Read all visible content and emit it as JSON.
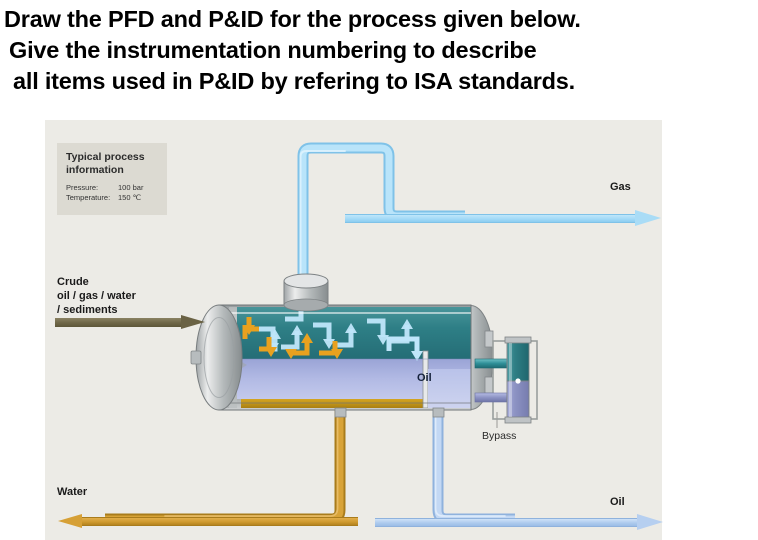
{
  "question": {
    "line1": "Draw the PFD and P&ID for the process given below.",
    "line2": "Give the instrumentation numbering to describe",
    "line3": " all items used in P&ID by refering to ISA standards."
  },
  "diagram": {
    "info_box": {
      "title_line1": "Typical process",
      "title_line2": "information",
      "rows": [
        {
          "key": "Pressure:",
          "value": "100 bar"
        },
        {
          "key": "Temperature:",
          "value": "150 ℃"
        }
      ]
    },
    "inlet": {
      "label_line1": "Crude",
      "label_line2": "oil / gas / water",
      "label_line3": "/ sediments",
      "arrow_color": "#6a6244",
      "direction": "right"
    },
    "outlets": {
      "gas": {
        "label": "Gas",
        "arrow_color": "#a9dcf6",
        "direction": "right"
      },
      "oil": {
        "label": "Oil",
        "arrow_color": "#b6cff0",
        "direction": "right"
      },
      "water": {
        "label": "Water",
        "arrow_color": "#d6a036",
        "direction": "left"
      }
    },
    "vessel": {
      "oil_compartment_label": "Oil",
      "gas_phase_color": "#2f7f85",
      "oil_phase_color": "#aab4df",
      "water_phase_color": "#c79a21",
      "shell_color": "#b9bcbd"
    },
    "bypass": {
      "label": "Bypass",
      "upper_fluid_color": "#2f7f85",
      "lower_fluid_color": "#8d93c4"
    },
    "panel_background": "#ecebe6"
  }
}
